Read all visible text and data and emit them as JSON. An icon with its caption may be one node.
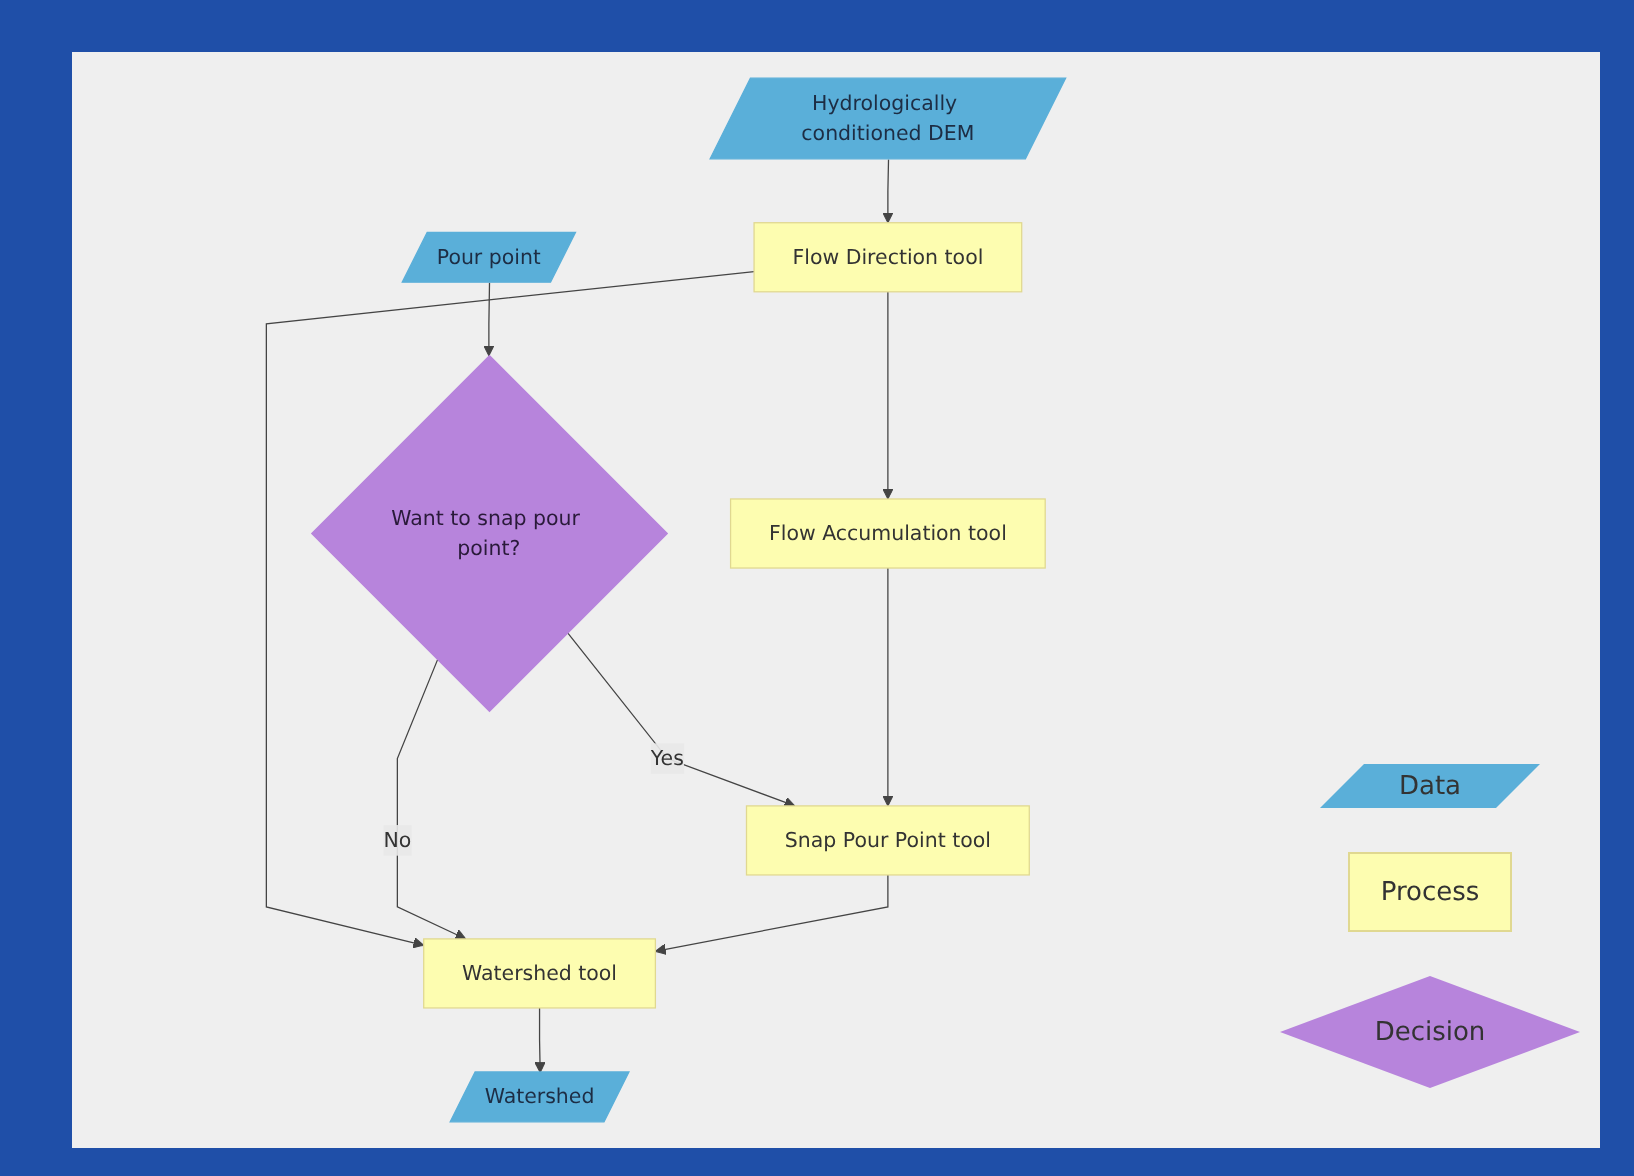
{
  "diagram": {
    "nodes": [
      {
        "text": [
          "Hydrologically conditioned DEM"
        ]
      },
      {
        "text": [
          "Pour point"
        ]
      },
      {
        "text": [
          "Flow Direction tool"
        ]
      },
      {
        "text": [
          "Want to snap pour point?"
        ]
      },
      {
        "text": [
          "Flow Accumulation tool"
        ]
      },
      {
        "text": [
          "Snap Pour Point tool"
        ]
      },
      {
        "text": [
          "Watershed tool"
        ]
      },
      {
        "text": [
          "Watershed"
        ]
      }
    ],
    "edges": [
      {
        "from": 0,
        "to": 2,
        "arrow": "to"
      },
      {
        "from": 2,
        "to": 4,
        "arrow": "to"
      },
      {
        "from": 1,
        "to": 3,
        "arrow": "to"
      },
      {
        "from": 3,
        "to": 5,
        "label": "Yes",
        "arrow": "to"
      },
      {
        "from": 4,
        "to": 5,
        "arrow": "to"
      },
      {
        "from": 2,
        "to": 6,
        "arrow": "to"
      },
      {
        "from": 3,
        "to": 6,
        "label": "No",
        "arrow": "to"
      },
      {
        "from": 5,
        "to": 6,
        "arrow": "to"
      },
      {
        "from": 6,
        "to": 7,
        "arrow": "to"
      }
    ],
    "legend": [
      {
        "text": "Data",
        "color": "#5aafd9"
      },
      {
        "text": "Process",
        "color": "#fdfdb0"
      },
      {
        "text": "Decision",
        "color": "#b784dc"
      }
    ]
  }
}
